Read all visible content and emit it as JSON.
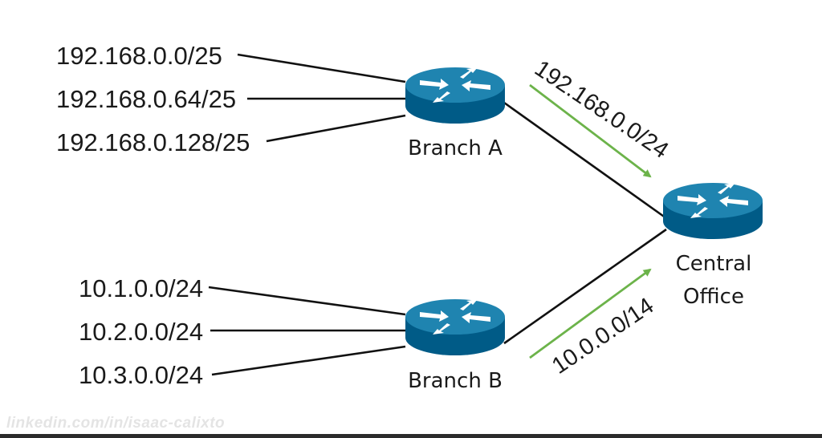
{
  "routers": {
    "branch_a": {
      "label": "Branch A"
    },
    "branch_b": {
      "label": "Branch B"
    },
    "central": {
      "label_line1": "Central",
      "label_line2": "Office"
    }
  },
  "subnets": {
    "branch_a": [
      "192.168.0.0/25",
      "192.168.0.64/25",
      "192.168.0.128/25"
    ],
    "branch_b": [
      "10.1.0.0/24",
      "10.2.0.0/24",
      "10.3.0.0/24"
    ]
  },
  "summaries": {
    "branch_a": "192.168.0.0/24",
    "branch_b": "10.0.0.0/14"
  },
  "watermark": "linkedin.com/in/isaac-calixto",
  "colors": {
    "router_body": "#005b87",
    "router_top": "#1f84b0",
    "advert_arrow": "#6cb34a"
  },
  "icons": {
    "router": "router-icon",
    "arrow": "advertisement-arrow-icon"
  }
}
